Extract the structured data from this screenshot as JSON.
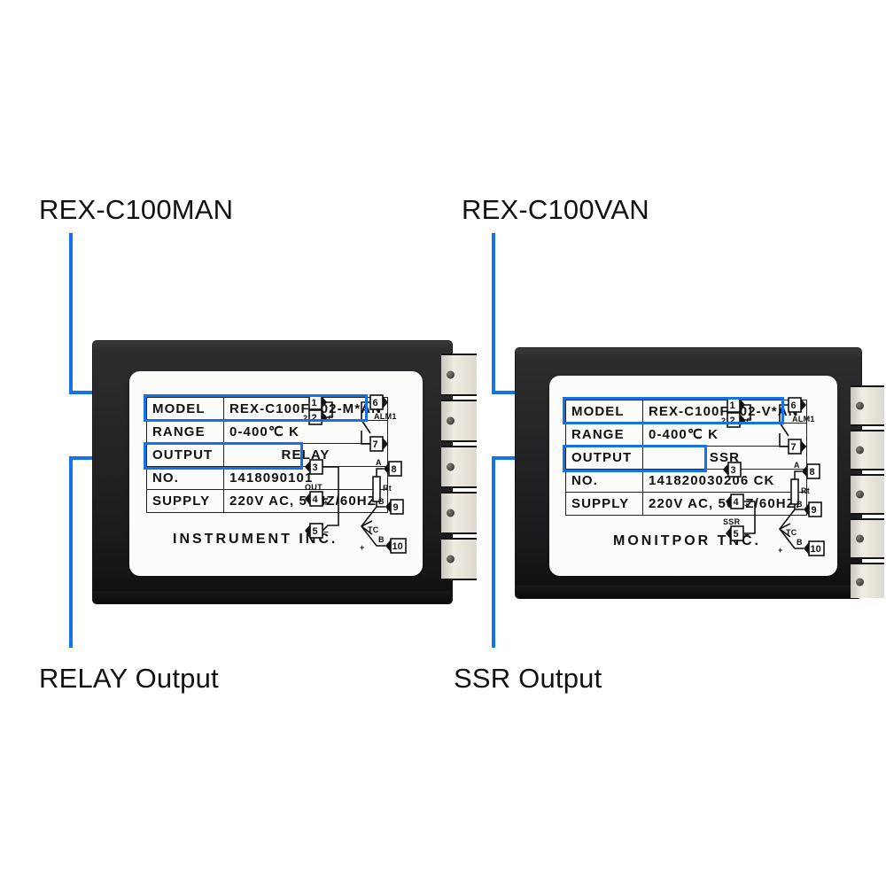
{
  "page": {
    "background": "#ffffff",
    "accent_color": "#1672e8",
    "device_body_color": "#232325",
    "label_color": "#fbfbf9"
  },
  "annotations": {
    "top_left": "REX-C100MAN",
    "top_right": "REX-C100VAN",
    "bottom_left": "RELAY Output",
    "bottom_right": "SSR Output"
  },
  "devices": [
    {
      "id": "left",
      "model_name": "REX-C100MAN",
      "output_type": "RELAY",
      "brand": "INSTRUMENT INC.",
      "spec_rows": [
        {
          "key": "MODEL",
          "value": "REX-C100FK02-M*AN",
          "centered": false,
          "highlighted": true
        },
        {
          "key": "RANGE",
          "value": "0-400℃ K",
          "centered": false,
          "highlighted": false
        },
        {
          "key": "OUTPUT",
          "value": "RELAY",
          "centered": true,
          "highlighted": true
        },
        {
          "key": "NO.",
          "value": "1418090101",
          "centered": false,
          "highlighted": false
        },
        {
          "key": "SUPPLY",
          "value": "220V AC, 50HZ/60HZ",
          "centered": false,
          "highlighted": false
        }
      ],
      "wiring": {
        "supply_label": "220VAC",
        "output_label": "OUT",
        "alarm_label": "ALM1",
        "sensor_label": "Rt",
        "thermocouple_label": "TC",
        "terminals": [
          "1",
          "2",
          "3",
          "4",
          "5",
          "6",
          "7",
          "8",
          "9",
          "10"
        ],
        "terminal_marks": {
          "t4": "+",
          "t5": "-",
          "t8": "A",
          "t9": "B",
          "t10": "B"
        }
      }
    },
    {
      "id": "right",
      "model_name": "REX-C100VAN",
      "output_type": "SSR",
      "brand": "MONITPOR TNC.",
      "spec_rows": [
        {
          "key": "MODEL",
          "value": "REX-C100FK02-V*AN",
          "centered": false,
          "highlighted": true
        },
        {
          "key": "RANGE",
          "value": "0-400℃ K",
          "centered": false,
          "highlighted": false
        },
        {
          "key": "OUTPUT",
          "value": "SSR",
          "centered": true,
          "highlighted": true
        },
        {
          "key": "NO.",
          "value": "141820030206 CK",
          "centered": false,
          "highlighted": false
        },
        {
          "key": "SUPPLY",
          "value": "220V AC, 50HZ/60HZ.",
          "centered": false,
          "highlighted": false
        }
      ],
      "wiring": {
        "supply_label": "220VAC",
        "output_label": "SSR",
        "alarm_label": "ALM1",
        "sensor_label": "Rt",
        "thermocouple_label": "TC",
        "terminals": [
          "1",
          "2",
          "3",
          "4",
          "5",
          "6",
          "7",
          "8",
          "9",
          "10"
        ],
        "terminal_marks": {
          "t4": "+",
          "t5": "-",
          "t8": "A",
          "t9": "B",
          "t10": "B"
        }
      }
    }
  ]
}
